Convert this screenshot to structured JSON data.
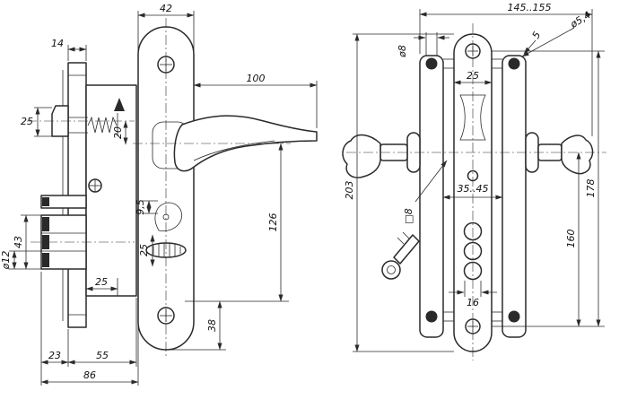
{
  "drawing": {
    "ink_color": "#2a2a2a",
    "background_color": "#ffffff"
  },
  "left_view": {
    "dim_42": "42",
    "dim_14": "14",
    "dim_100": "100",
    "dim_25_latch": "25",
    "dim_20": "20",
    "dim_126": "126",
    "dim_9_5": "9,5",
    "dim_25_mid": "25",
    "dim_43": "43",
    "dim_d12": "ø12",
    "dim_25_bottom": "25",
    "dim_38": "38",
    "dim_23": "23",
    "dim_55": "55",
    "dim_86": "86"
  },
  "right_view": {
    "dim_145_155": "145..155",
    "dim_d5_4": "ø5,4",
    "dim_d8": "ø8",
    "dim_5": "5",
    "dim_25": "25",
    "dim_203": "203",
    "dim_35_45": "35..45",
    "dim_sq8": "□8",
    "dim_160": "160",
    "dim_178": "178",
    "dim_16": "16"
  }
}
